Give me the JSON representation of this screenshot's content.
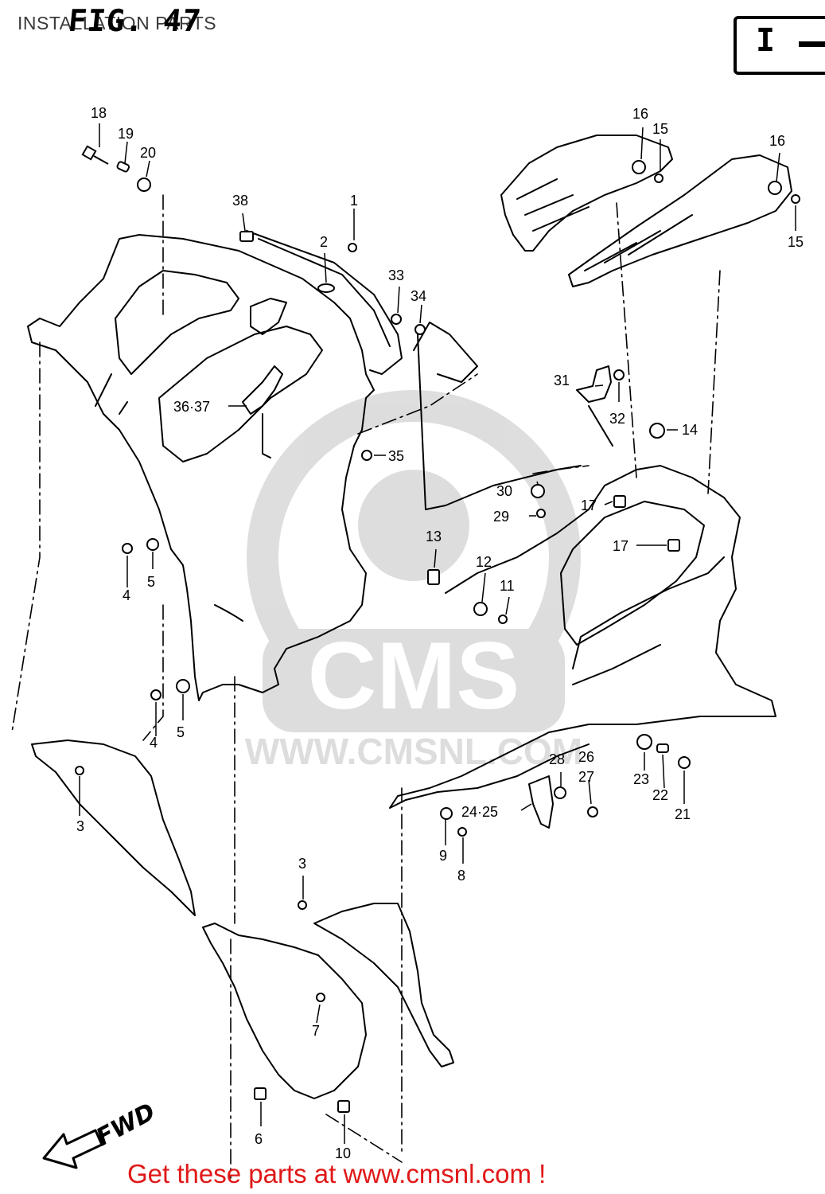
{
  "header": {
    "title": "INSTALLATION PARTS",
    "figure_label": "FIG. 47",
    "corner_label": "I"
  },
  "direction_label": "FWD",
  "watermark": {
    "brand": "CMS",
    "url": "WWW.CMSNL.COM"
  },
  "callouts": {
    "c1": "1",
    "c2": "2",
    "c3a": "3",
    "c3b": "3",
    "c4a": "4",
    "c4b": "4",
    "c5a": "5",
    "c5b": "5",
    "c6": "6",
    "c7": "7",
    "c8": "8",
    "c9": "9",
    "c10": "10",
    "c11": "11",
    "c12": "12",
    "c13": "13",
    "c14": "14",
    "c15a": "15",
    "c15b": "15",
    "c16a": "16",
    "c16b": "16",
    "c17a": "17",
    "c17b": "17",
    "c18": "18",
    "c19": "19",
    "c20": "20",
    "c21": "21",
    "c22": "22",
    "c23": "23",
    "c2425": "24·25",
    "c26": "26",
    "c27": "27",
    "c28": "28",
    "c29": "29",
    "c30": "30",
    "c31": "31",
    "c32": "32",
    "c33": "33",
    "c34": "34",
    "c35": "35",
    "c3637": "36·37",
    "c38": "38"
  },
  "footer": {
    "text": "Get these parts at www.cmsnl.com !",
    "color": "#e01818"
  }
}
